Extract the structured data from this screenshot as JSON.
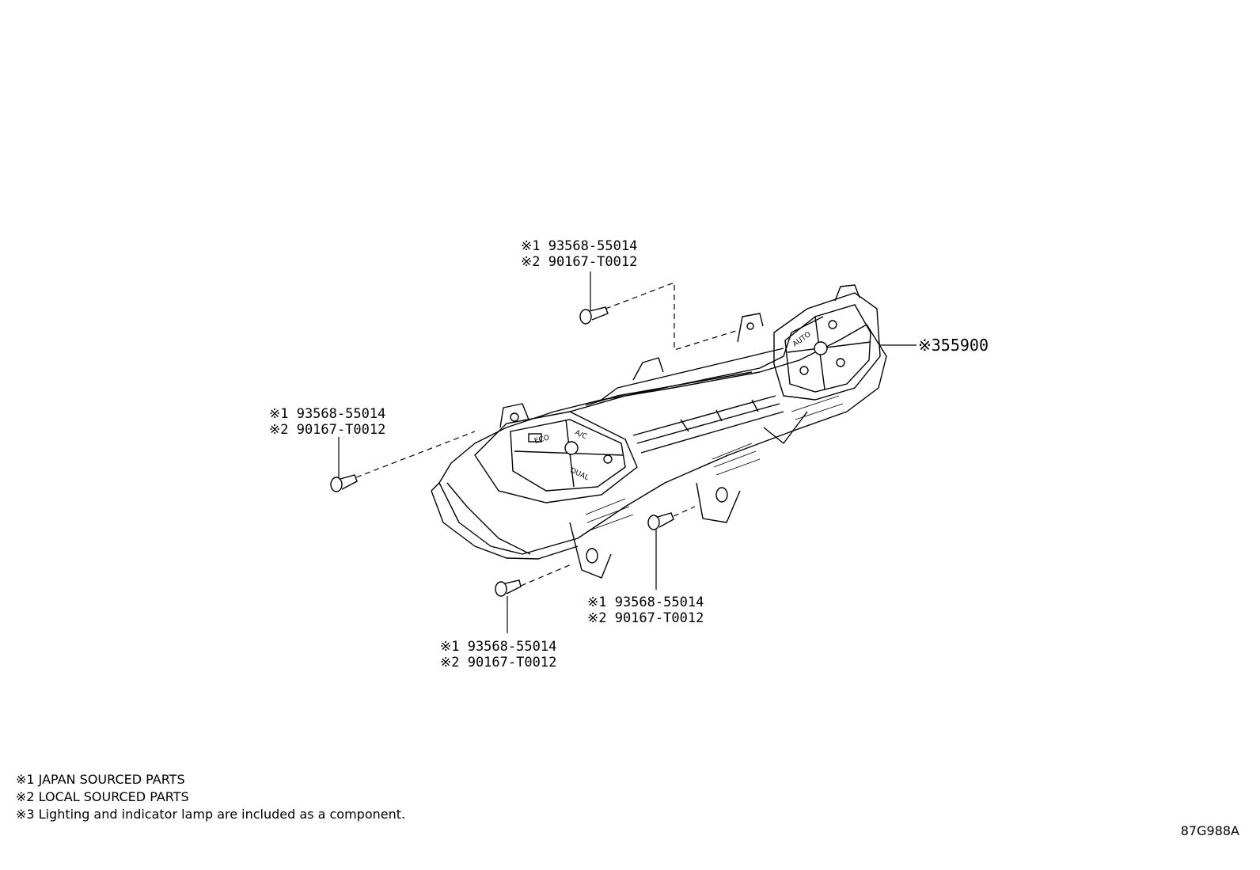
{
  "callouts": {
    "top": {
      "line1": "※1 93568-55014",
      "line2": "※2 90167-T0012"
    },
    "left": {
      "line1": "※1 93568-55014",
      "line2": "※2 90167-T0012"
    },
    "bottom": {
      "line1": "※1 93568-55014",
      "line2": "※2 90167-T0012"
    },
    "right_bottom": {
      "line1": "※1 93568-55014",
      "line2": "※2 90167-T0012"
    },
    "panel": {
      "text": "※355900"
    }
  },
  "buttons": {
    "eco": "ECO",
    "ac": "A/C",
    "dual": "DUAL",
    "auto": "AUTO"
  },
  "notes": [
    "※1 JAPAN SOURCED PARTS",
    "※2 LOCAL SOURCED PARTS",
    "※3 Lighting and indicator lamp are included as a component."
  ],
  "diagram_code": "87G988A"
}
